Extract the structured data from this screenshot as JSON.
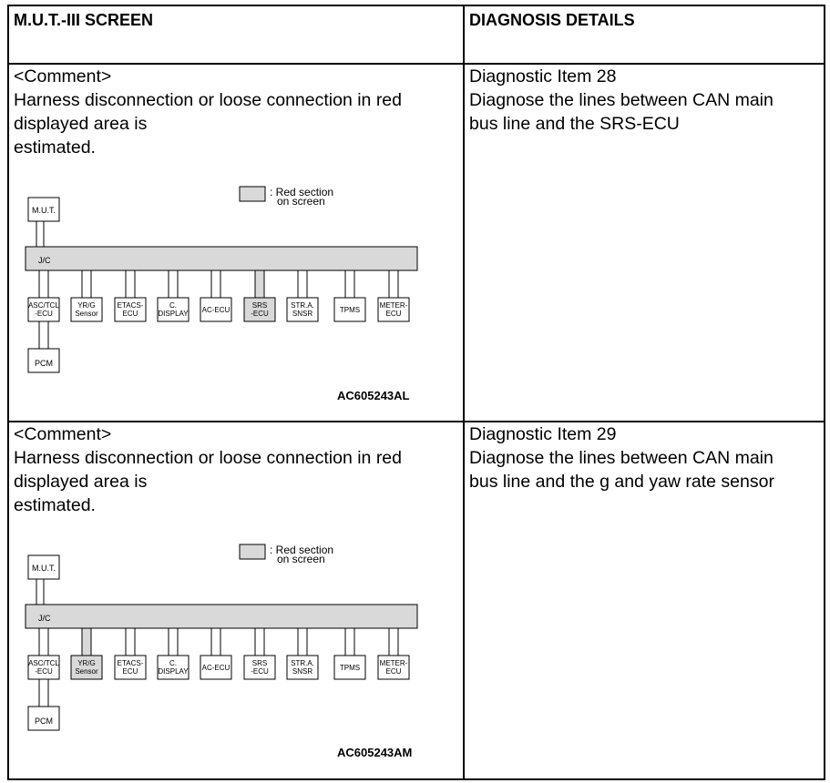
{
  "headers": {
    "left": "M.U.T.-III SCREEN",
    "right": "DIAGNOSIS DETAILS"
  },
  "rows": [
    {
      "comment_title": "<Comment>",
      "comment_line1": "Harness disconnection or loose connection in red",
      "comment_line2": "displayed area is",
      "comment_line3": "estimated.",
      "diagnosis_item": "Diagnostic Item 28",
      "diagnosis_line1": "Diagnose the lines between CAN main",
      "diagnosis_line2": "bus line and the SRS-ECU",
      "figure_code": "AC605243AL",
      "highlighted_module": "SRS -ECU"
    },
    {
      "comment_title": "<Comment>",
      "comment_line1": "Harness disconnection or loose connection in red",
      "comment_line2": "displayed area is",
      "comment_line3": "estimated.",
      "diagnosis_item": "Diagnostic Item 29",
      "diagnosis_line1": "Diagnose the lines between CAN main",
      "diagnosis_line2": "bus line and the g and yaw rate sensor",
      "figure_code": "AC605243AM",
      "highlighted_module": "YR/G Sensor"
    }
  ],
  "diagram": {
    "legend_line1": ": Red section",
    "legend_line2": "on screen",
    "tester": "M.U.T.",
    "bus_label": "J/C",
    "pcm": "PCM",
    "modules": [
      {
        "line1": "ASC/TCL",
        "line2": "-ECU"
      },
      {
        "line1": "YR/G",
        "line2": "Sensor"
      },
      {
        "line1": "ETACS-",
        "line2": "ECU"
      },
      {
        "line1": "C.",
        "line2": "DISPLAY"
      },
      {
        "line1": "AC-ECU",
        "line2": ""
      },
      {
        "line1": "SRS",
        "line2": "-ECU"
      },
      {
        "line1": "STR.A.",
        "line2": "SNSR"
      },
      {
        "line1": "TPMS",
        "line2": ""
      },
      {
        "line1": "METER-",
        "line2": "ECU"
      }
    ],
    "colors": {
      "highlight": "#d9d9d9",
      "line": "#000000"
    }
  }
}
